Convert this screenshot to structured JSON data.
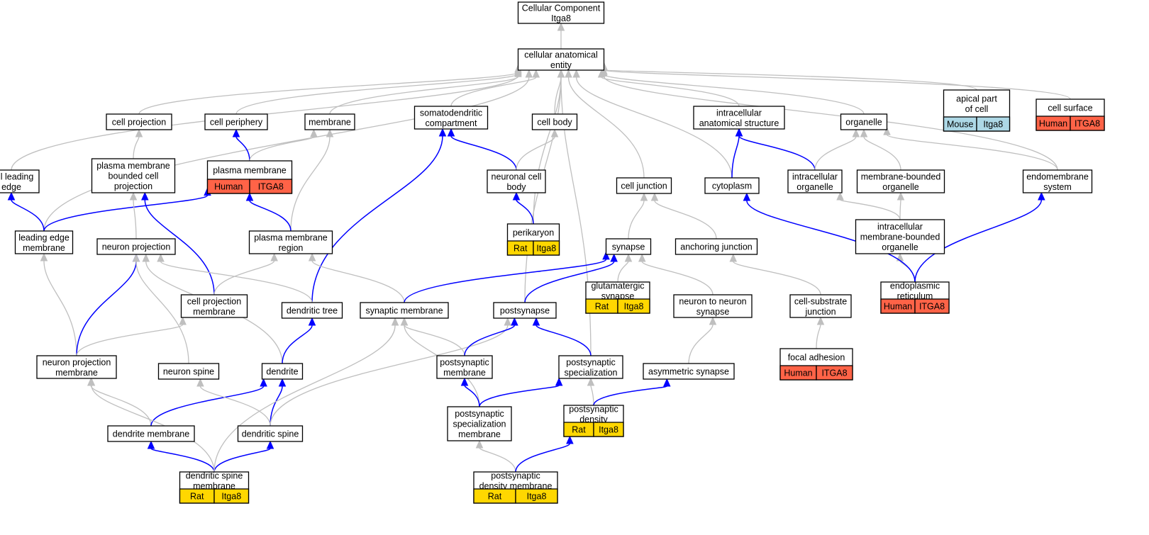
{
  "colors": {
    "is_a": "#bfbfbf",
    "part_of": "#0000ff",
    "Human": "#ff6347",
    "Rat": "#ffd700",
    "Mouse": "#add8e6"
  },
  "nodes": [
    {
      "id": "root",
      "lines": [
        "Cellular Component",
        "Itga8"
      ]
    },
    {
      "id": "cae",
      "lines": [
        "cellular anatomical",
        "entity"
      ]
    },
    {
      "id": "cellproj",
      "lines": [
        "cell projection"
      ]
    },
    {
      "id": "cellperiph",
      "lines": [
        "cell periphery"
      ]
    },
    {
      "id": "membrane",
      "lines": [
        "membrane"
      ]
    },
    {
      "id": "somato",
      "lines": [
        "somatodendritic",
        "compartment"
      ]
    },
    {
      "id": "cellbody",
      "lines": [
        "cell body"
      ]
    },
    {
      "id": "ias",
      "lines": [
        "intracellular",
        "anatomical structure"
      ]
    },
    {
      "id": "organelle",
      "lines": [
        "organelle"
      ]
    },
    {
      "id": "apical",
      "lines": [
        "apical part",
        "of cell"
      ],
      "cells": [
        {
          "label": "Mouse",
          "species": "Mouse"
        },
        {
          "label": "Itga8",
          "species": "Mouse"
        }
      ]
    },
    {
      "id": "cellsurf",
      "lines": [
        "cell surface"
      ],
      "cells": [
        {
          "label": "Human",
          "species": "Human"
        },
        {
          "label": "ITGA8",
          "species": "Human"
        }
      ]
    },
    {
      "id": "cle",
      "lines": [
        "cell leading",
        "edge"
      ]
    },
    {
      "id": "pmbcp",
      "lines": [
        "plasma membrane",
        "bounded cell",
        "projection"
      ]
    },
    {
      "id": "pm",
      "lines": [
        "plasma membrane"
      ],
      "cells": [
        {
          "label": "Human",
          "species": "Human"
        },
        {
          "label": "ITGA8",
          "species": "Human"
        }
      ]
    },
    {
      "id": "ncb",
      "lines": [
        "neuronal cell",
        "body"
      ]
    },
    {
      "id": "celljunc",
      "lines": [
        "cell junction"
      ]
    },
    {
      "id": "cytoplasm",
      "lines": [
        "cytoplasm"
      ]
    },
    {
      "id": "intraorg",
      "lines": [
        "intracellular",
        "organelle"
      ]
    },
    {
      "id": "mborg",
      "lines": [
        "membrane-bounded",
        "organelle"
      ]
    },
    {
      "id": "endomem",
      "lines": [
        "endomembrane",
        "system"
      ]
    },
    {
      "id": "lem",
      "lines": [
        "leading edge",
        "membrane"
      ]
    },
    {
      "id": "neuproj",
      "lines": [
        "neuron projection"
      ]
    },
    {
      "id": "pmr",
      "lines": [
        "plasma membrane",
        "region"
      ]
    },
    {
      "id": "perikaryon",
      "lines": [
        "perikaryon"
      ],
      "cells": [
        {
          "label": "Rat",
          "species": "Rat"
        },
        {
          "label": "Itga8",
          "species": "Rat"
        }
      ]
    },
    {
      "id": "synapse",
      "lines": [
        "synapse"
      ]
    },
    {
      "id": "anchjunc",
      "lines": [
        "anchoring junction"
      ]
    },
    {
      "id": "imbo",
      "lines": [
        "intracellular",
        "membrane-bounded",
        "organelle"
      ]
    },
    {
      "id": "cpm",
      "lines": [
        "cell projection",
        "membrane"
      ]
    },
    {
      "id": "dendtree",
      "lines": [
        "dendritic tree"
      ]
    },
    {
      "id": "synmem",
      "lines": [
        "synaptic membrane"
      ]
    },
    {
      "id": "postsyn",
      "lines": [
        "postsynapse"
      ]
    },
    {
      "id": "glusyn",
      "lines": [
        "glutamatergic",
        "synapse"
      ],
      "cells": [
        {
          "label": "Rat",
          "species": "Rat"
        },
        {
          "label": "Itga8",
          "species": "Rat"
        }
      ]
    },
    {
      "id": "n2n",
      "lines": [
        "neuron to neuron",
        "synapse"
      ]
    },
    {
      "id": "csj",
      "lines": [
        "cell-substrate",
        "junction"
      ]
    },
    {
      "id": "er",
      "lines": [
        "endoplasmic",
        "reticulum"
      ],
      "cells": [
        {
          "label": "Human",
          "species": "Human"
        },
        {
          "label": "ITGA8",
          "species": "Human"
        }
      ]
    },
    {
      "id": "npm",
      "lines": [
        "neuron projection",
        "membrane"
      ]
    },
    {
      "id": "neuspine",
      "lines": [
        "neuron spine"
      ]
    },
    {
      "id": "dendrite",
      "lines": [
        "dendrite"
      ]
    },
    {
      "id": "psm",
      "lines": [
        "postsynaptic",
        "membrane"
      ]
    },
    {
      "id": "pss",
      "lines": [
        "postsynaptic",
        "specialization"
      ]
    },
    {
      "id": "asyn",
      "lines": [
        "asymmetric synapse"
      ]
    },
    {
      "id": "focadh",
      "lines": [
        "focal adhesion"
      ],
      "cells": [
        {
          "label": "Human",
          "species": "Human"
        },
        {
          "label": "ITGA8",
          "species": "Human"
        }
      ]
    },
    {
      "id": "dendmem",
      "lines": [
        "dendrite membrane"
      ]
    },
    {
      "id": "dendspine",
      "lines": [
        "dendritic spine"
      ]
    },
    {
      "id": "pssm",
      "lines": [
        "postsynaptic",
        "specialization",
        "membrane"
      ]
    },
    {
      "id": "psd",
      "lines": [
        "postsynaptic",
        "density"
      ],
      "cells": [
        {
          "label": "Rat",
          "species": "Rat"
        },
        {
          "label": "Itga8",
          "species": "Rat"
        }
      ]
    },
    {
      "id": "dsm",
      "lines": [
        "dendritic spine",
        "membrane"
      ],
      "cells": [
        {
          "label": "Rat",
          "species": "Rat"
        },
        {
          "label": "Itga8",
          "species": "Rat"
        }
      ]
    },
    {
      "id": "psdm",
      "lines": [
        "postsynaptic",
        "density membrane"
      ],
      "cells": [
        {
          "label": "Rat",
          "species": "Rat"
        },
        {
          "label": "Itga8",
          "species": "Rat"
        }
      ]
    }
  ],
  "edges": [
    {
      "from": "cae",
      "to": "root",
      "type": "is_a"
    },
    {
      "from": "cellproj",
      "to": "cae",
      "type": "is_a"
    },
    {
      "from": "cellperiph",
      "to": "cae",
      "type": "is_a"
    },
    {
      "from": "membrane",
      "to": "cae",
      "type": "is_a"
    },
    {
      "from": "somato",
      "to": "cae",
      "type": "is_a"
    },
    {
      "from": "cellbody",
      "to": "cae",
      "type": "is_a"
    },
    {
      "from": "ias",
      "to": "cae",
      "type": "is_a"
    },
    {
      "from": "organelle",
      "to": "cae",
      "type": "is_a"
    },
    {
      "from": "apical",
      "to": "cae",
      "type": "is_a"
    },
    {
      "from": "cellsurf",
      "to": "cae",
      "type": "is_a"
    },
    {
      "from": "cle",
      "to": "cae",
      "type": "is_a"
    },
    {
      "from": "lem",
      "to": "cae",
      "type": "is_a"
    },
    {
      "from": "celljunc",
      "to": "cae",
      "type": "is_a"
    },
    {
      "from": "cytoplasm",
      "to": "cae",
      "type": "is_a"
    },
    {
      "from": "perikaryon",
      "to": "cae",
      "type": "is_a"
    },
    {
      "from": "postsyn",
      "to": "cae",
      "type": "is_a"
    },
    {
      "from": "endomem",
      "to": "cae",
      "type": "is_a"
    },
    {
      "from": "pss",
      "to": "cae",
      "type": "is_a"
    },
    {
      "from": "pmbcp",
      "to": "cellproj",
      "type": "is_a"
    },
    {
      "from": "pm",
      "to": "cellperiph",
      "type": "part_of"
    },
    {
      "from": "pm",
      "to": "membrane",
      "type": "is_a"
    },
    {
      "from": "pmr",
      "to": "membrane",
      "type": "is_a"
    },
    {
      "from": "ncb",
      "to": "somato",
      "type": "part_of"
    },
    {
      "from": "ncb",
      "to": "cellbody",
      "type": "is_a"
    },
    {
      "from": "dendtree",
      "to": "somato",
      "type": "part_of"
    },
    {
      "from": "cytoplasm",
      "to": "ias",
      "type": "part_of"
    },
    {
      "from": "intraorg",
      "to": "ias",
      "type": "part_of"
    },
    {
      "from": "intraorg",
      "to": "organelle",
      "type": "is_a"
    },
    {
      "from": "mborg",
      "to": "organelle",
      "type": "is_a"
    },
    {
      "from": "endomem",
      "to": "organelle",
      "type": "is_a"
    },
    {
      "from": "imbo",
      "to": "intraorg",
      "type": "is_a"
    },
    {
      "from": "imbo",
      "to": "mborg",
      "type": "is_a"
    },
    {
      "from": "er",
      "to": "imbo",
      "type": "is_a"
    },
    {
      "from": "er",
      "to": "cytoplasm",
      "type": "part_of"
    },
    {
      "from": "er",
      "to": "endomem",
      "type": "part_of"
    },
    {
      "from": "lem",
      "to": "cle",
      "type": "part_of"
    },
    {
      "from": "lem",
      "to": "pm",
      "type": "part_of"
    },
    {
      "from": "pmr",
      "to": "pm",
      "type": "part_of"
    },
    {
      "from": "neuproj",
      "to": "pmbcp",
      "type": "is_a"
    },
    {
      "from": "cpm",
      "to": "pmbcp",
      "type": "part_of"
    },
    {
      "from": "cpm",
      "to": "pmr",
      "type": "is_a"
    },
    {
      "from": "synmem",
      "to": "pmr",
      "type": "is_a"
    },
    {
      "from": "perikaryon",
      "to": "ncb",
      "type": "part_of"
    },
    {
      "from": "synapse",
      "to": "celljunc",
      "type": "is_a"
    },
    {
      "from": "anchjunc",
      "to": "celljunc",
      "type": "is_a"
    },
    {
      "from": "glusyn",
      "to": "synapse",
      "type": "is_a"
    },
    {
      "from": "n2n",
      "to": "synapse",
      "type": "is_a"
    },
    {
      "from": "synmem",
      "to": "synapse",
      "type": "part_of"
    },
    {
      "from": "postsyn",
      "to": "synapse",
      "type": "part_of"
    },
    {
      "from": "csj",
      "to": "anchjunc",
      "type": "is_a"
    },
    {
      "from": "focadh",
      "to": "csj",
      "type": "is_a"
    },
    {
      "from": "asyn",
      "to": "n2n",
      "type": "is_a"
    },
    {
      "from": "npm",
      "to": "lem",
      "type": "is_a"
    },
    {
      "from": "npm",
      "to": "neuproj",
      "type": "part_of"
    },
    {
      "from": "npm",
      "to": "cpm",
      "type": "is_a"
    },
    {
      "from": "neuspine",
      "to": "neuproj",
      "type": "is_a"
    },
    {
      "from": "dendrite",
      "to": "neuproj",
      "type": "is_a"
    },
    {
      "from": "dendtree",
      "to": "neuproj",
      "type": "is_a"
    },
    {
      "from": "dendrite",
      "to": "dendtree",
      "type": "part_of"
    },
    {
      "from": "dendmem",
      "to": "npm",
      "type": "is_a"
    },
    {
      "from": "dendmem",
      "to": "dendrite",
      "type": "part_of"
    },
    {
      "from": "dendspine",
      "to": "dendrite",
      "type": "part_of"
    },
    {
      "from": "dendspine",
      "to": "neuspine",
      "type": "is_a"
    },
    {
      "from": "dendspine",
      "to": "postsyn",
      "type": "is_a"
    },
    {
      "from": "psm",
      "to": "synmem",
      "type": "is_a"
    },
    {
      "from": "psm",
      "to": "postsyn",
      "type": "part_of"
    },
    {
      "from": "pss",
      "to": "postsyn",
      "type": "part_of"
    },
    {
      "from": "pssm",
      "to": "synmem",
      "type": "is_a"
    },
    {
      "from": "pssm",
      "to": "psm",
      "type": "part_of"
    },
    {
      "from": "pssm",
      "to": "pss",
      "type": "part_of"
    },
    {
      "from": "psd",
      "to": "pss",
      "type": "is_a"
    },
    {
      "from": "psd",
      "to": "asyn",
      "type": "part_of"
    },
    {
      "from": "dsm",
      "to": "dendmem",
      "type": "part_of"
    },
    {
      "from": "dsm",
      "to": "dendspine",
      "type": "part_of"
    },
    {
      "from": "dsm",
      "to": "synmem",
      "type": "is_a"
    },
    {
      "from": "dsm",
      "to": "npm",
      "type": "is_a"
    },
    {
      "from": "psdm",
      "to": "pssm",
      "type": "is_a"
    },
    {
      "from": "psdm",
      "to": "psd",
      "type": "part_of"
    }
  ]
}
